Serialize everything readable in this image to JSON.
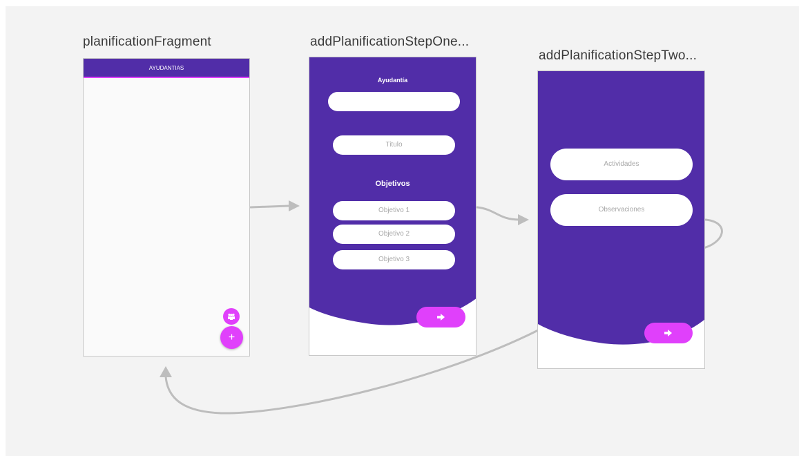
{
  "screens": {
    "planification": {
      "title": "planificationFragment",
      "appbar_title": "AYUDANTIAS",
      "fab_small_icon": "group-icon",
      "fab_add_label": "+"
    },
    "step_one": {
      "title": "addPlanificationStepOne...",
      "ayudantia_label": "Ayudantía",
      "ayudantia_value": "",
      "titulo_placeholder": "Titulo",
      "objetivos_label": "Objetivos",
      "objetivo_1_placeholder": "Objetivo 1",
      "objetivo_2_placeholder": "Objetivo 2",
      "objetivo_3_placeholder": "Objetivo 3",
      "next_icon": "arrow-right-icon"
    },
    "step_two": {
      "title": "addPlanificationStepTwo...",
      "actividades_placeholder": "Actividades",
      "observaciones_placeholder": "Observaciones",
      "next_icon": "arrow-right-icon"
    }
  },
  "colors": {
    "primary": "#512da8",
    "accent": "#e040fb",
    "canvas": "#f3f3f3",
    "arrow": "#bdbdbd"
  }
}
